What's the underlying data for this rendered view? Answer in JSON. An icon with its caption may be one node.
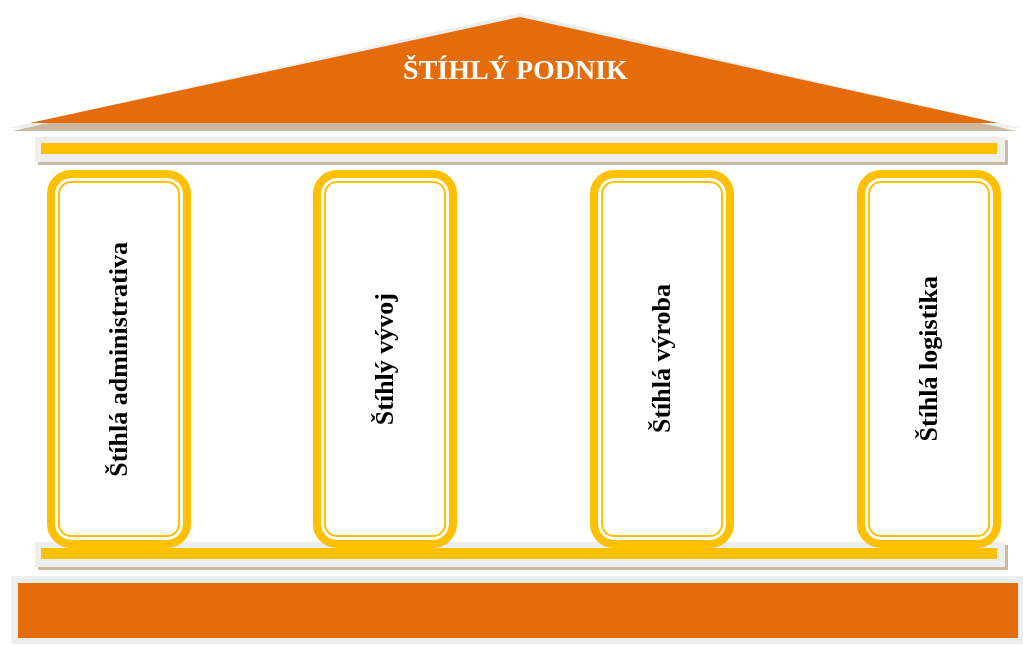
{
  "diagram": {
    "nodes": [
      {
        "text": [
          "ŠTÍHLÝ PODNIK"
        ]
      },
      {
        "text": [
          "Štíhlá administrativa"
        ]
      },
      {
        "text": [
          "Štíhlý vývoj"
        ]
      },
      {
        "text": [
          "Štíhlá výroba"
        ]
      },
      {
        "text": [
          "Štíhlá logistika"
        ]
      }
    ]
  }
}
